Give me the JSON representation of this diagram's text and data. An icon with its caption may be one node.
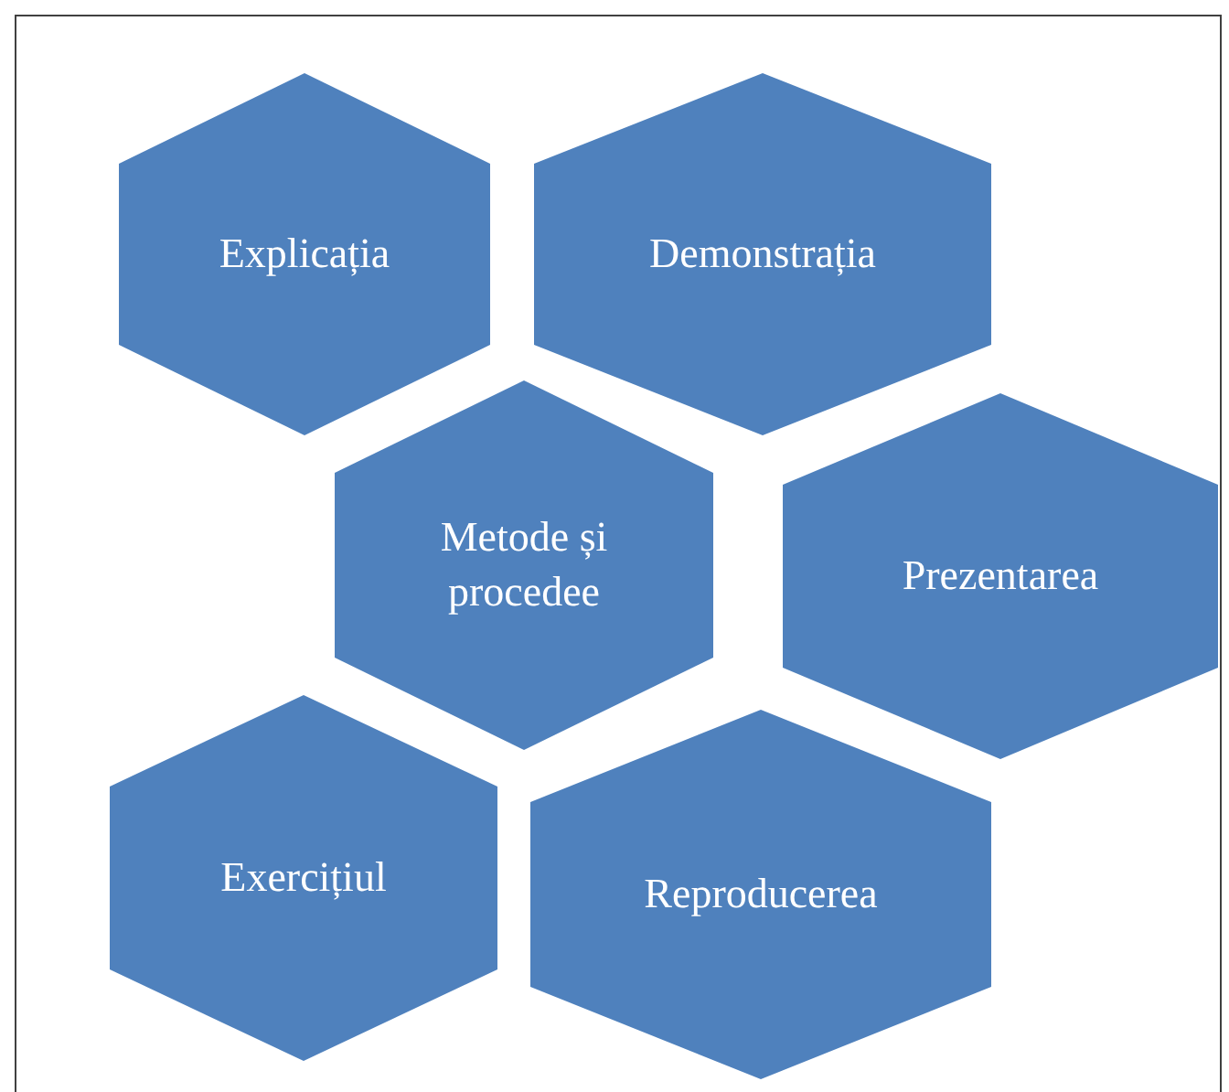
{
  "diagram": {
    "nodes": [
      {
        "text": [
          "Explicația"
        ]
      },
      {
        "text": [
          "Demonstrația"
        ]
      },
      {
        "text": [
          "Metode și procedee"
        ]
      },
      {
        "text": [
          "Prezentarea"
        ]
      },
      {
        "text": [
          "Exercițiul"
        ]
      },
      {
        "text": [
          "Reproducerea"
        ]
      }
    ]
  }
}
